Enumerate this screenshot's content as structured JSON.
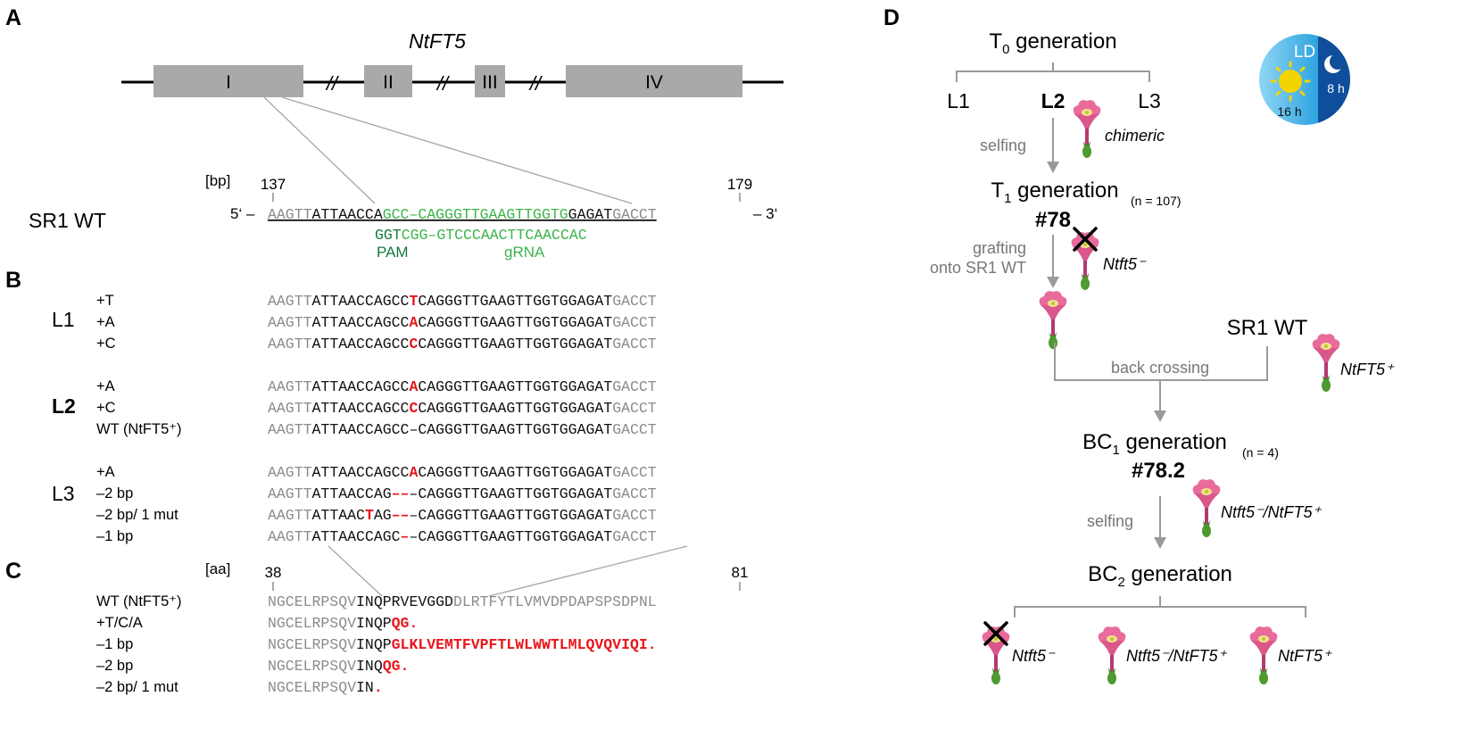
{
  "colors": {
    "exon_fill": "#a9a9a9",
    "gray_text": "#8c8c8c",
    "mutation_red": "#e8151b",
    "grna_green": "#3cb44b",
    "pam_green": "#137a3a",
    "connector_gray": "#9a9a9a",
    "arrow_gray": "#9a9a9a",
    "day_blue": "#44b7e8",
    "night_blue": "#0f4e9a",
    "sun_yellow": "#f4d400",
    "flower_pink": "#e86b9c"
  },
  "panel_a": {
    "letter": "A",
    "gene": "NtFT5",
    "exons": [
      "I",
      "II",
      "III",
      "IV"
    ],
    "break_mark": "//",
    "unit": "[bp]",
    "pos_start": "137",
    "pos_end": "179",
    "sample": "SR1 WT",
    "five_prime": "5‘ –",
    "three_prime": "– 3‘",
    "seq_prefix": "AAGTT",
    "seq_mid_a": "ATTAACCA",
    "seq_grna": "GCC–CAGGGTTGAAGTTGGTG",
    "seq_mid_b": "GAGAT",
    "seq_suffix": "GACCT",
    "complement_pam": "GGT",
    "complement_rest": "CGG–GTCCCAACTTCAACCAC",
    "pam_label": "PAM",
    "grna_label": "gRNA"
  },
  "panel_b": {
    "letter": "B",
    "lines": [
      {
        "name": "L1",
        "bold": false,
        "rows": [
          {
            "label": "+T",
            "pre": "AAGTT",
            "black1": "ATTAACCAGCC",
            "red": "T",
            "black2": "CAGGGTTGAAGTTGGTGGAGAT",
            "post": "GACCT"
          },
          {
            "label": "+A",
            "pre": "AAGTT",
            "black1": "ATTAACCAGCC",
            "red": "A",
            "black2": "CAGGGTTGAAGTTGGTGGAGAT",
            "post": "GACCT"
          },
          {
            "label": "+C",
            "pre": "AAGTT",
            "black1": "ATTAACCAGCC",
            "red": "C",
            "black2": "CAGGGTTGAAGTTGGTGGAGAT",
            "post": "GACCT"
          }
        ]
      },
      {
        "name": "L2",
        "bold": true,
        "rows": [
          {
            "label": "+A",
            "pre": "AAGTT",
            "black1": "ATTAACCAGCC",
            "red": "A",
            "black2": "CAGGGTTGAAGTTGGTGGAGAT",
            "post": "GACCT"
          },
          {
            "label": "+C",
            "pre": "AAGTT",
            "black1": "ATTAACCAGCC",
            "red": "C",
            "black2": "CAGGGTTGAAGTTGGTGGAGAT",
            "post": "GACCT"
          },
          {
            "label": "WT (NtFT5⁺)",
            "pre": "AAGTT",
            "black1": "ATTAACCAGCC",
            "red": "",
            "black2": "–CAGGGTTGAAGTTGGTGGAGAT",
            "post": "GACCT"
          }
        ]
      },
      {
        "name": "L3",
        "bold": false,
        "rows": [
          {
            "label": "+A",
            "pre": "AAGTT",
            "black1": "ATTAACCAGCC",
            "red": "A",
            "black2": "CAGGGTTGAAGTTGGTGGAGAT",
            "post": "GACCT"
          },
          {
            "label": "–2 bp",
            "pre": "AAGTT",
            "black1": "ATTAACCAG",
            "red": "––",
            "black2": "–CAGGGTTGAAGTTGGTGGAGAT",
            "post": "GACCT"
          },
          {
            "label": "–2 bp/ 1 mut",
            "pre": "AAGTT",
            "black1": "ATTAAC",
            "red": "T",
            "black1b": "AG",
            "red2": "––",
            "black2": "–CAGGGTTGAAGTTGGTGGAGAT",
            "post": "GACCT"
          },
          {
            "label": "–1 bp",
            "pre": "AAGTT",
            "black1": "ATTAACCAGC",
            "red": "–",
            "black2": "–CAGGGTTGAAGTTGGTGGAGAT",
            "post": "GACCT"
          }
        ]
      }
    ]
  },
  "panel_c": {
    "letter": "C",
    "unit": "[aa]",
    "pos_start": "38",
    "pos_end": "81",
    "rows": [
      {
        "label": "WT (NtFT5⁺)",
        "gray": "NGCELRPSQV",
        "black": "INQPRVEVGGD",
        "red": "",
        "tail": "DLRTFYTLVMVDPDAPSPSDPNL"
      },
      {
        "label": "+T/C/A",
        "gray": "NGCELRPSQV",
        "black": "INQP",
        "red": "QG.",
        "tail": ""
      },
      {
        "label": "–1 bp",
        "gray": "NGCELRPSQV",
        "black": "INQP",
        "red": "GLKLVEMTFVPFTLWLWWTLMLQVQVIQI.",
        "tail": ""
      },
      {
        "label": "–2 bp",
        "gray": "NGCELRPSQV",
        "black": "INQ",
        "red": "QG.",
        "tail": ""
      },
      {
        "label": "–2 bp/ 1 mut",
        "gray": "NGCELRPSQV",
        "black": "IN",
        "red": ".",
        "tail": ""
      }
    ]
  },
  "panel_d": {
    "letter": "D",
    "t0": {
      "base": "T",
      "sub": "0",
      "rest": " generation"
    },
    "lines": [
      "L1",
      "L2",
      "L3"
    ],
    "selfing_1": "selfing",
    "chimeric": "chimeric",
    "t1": {
      "base": "T",
      "sub": "1",
      "rest": " generation",
      "n": "(n = 107)"
    },
    "plant_78": "#78",
    "ntft5_minus": "Ntft5⁻",
    "grafting_1": "grafting",
    "grafting_2": "onto SR1 WT",
    "sr1_wt": "SR1 WT",
    "ntft5_plus": "NtFT5⁺",
    "back_crossing": "back crossing",
    "bc1": {
      "base": "BC",
      "sub": "1",
      "rest": " generation",
      "n": "(n = 4)"
    },
    "plant_782": "#78.2",
    "hetero": "Ntft5⁻/NtFT5⁺",
    "selfing_2": "selfing",
    "bc2": {
      "base": "BC",
      "sub": "2",
      "rest": " generation"
    },
    "offspring": [
      "Ntft5⁻",
      "Ntft5⁻/NtFT5⁺",
      "NtFT5⁺"
    ],
    "ld_label": "LD",
    "day_hours": "16 h",
    "night_hours": "8 h"
  }
}
